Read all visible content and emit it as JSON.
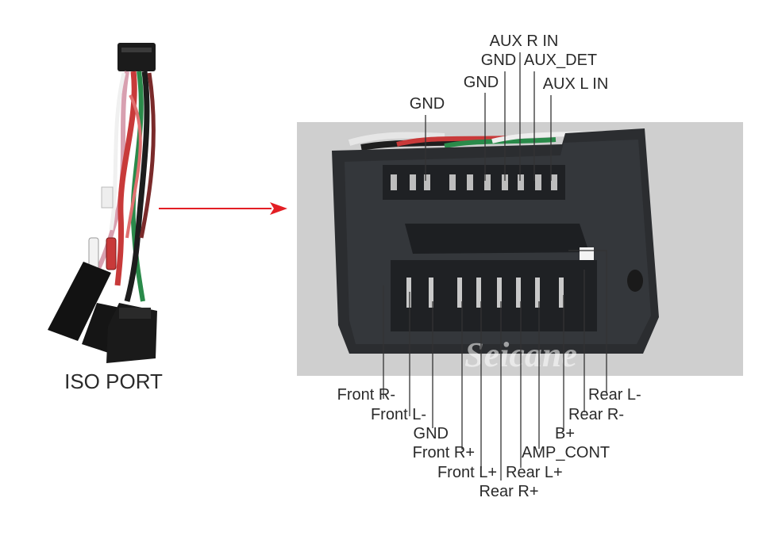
{
  "iso_port_label": "ISO PORT",
  "watermark": "Seicane",
  "colors": {
    "arrow": "#e31e24",
    "leader_line": "#333333",
    "connector_body": "#2b2d30",
    "photo_background": "#cfcfcf"
  },
  "top_pins": [
    {
      "label": "GND"
    },
    {
      "label": "GND"
    },
    {
      "label": "GND"
    },
    {
      "label": "AUX R IN"
    },
    {
      "label": "AUX_DET"
    },
    {
      "label": "AUX L IN"
    }
  ],
  "bottom_pins": [
    {
      "label": "Front R-"
    },
    {
      "label": "Front L-"
    },
    {
      "label": "GND"
    },
    {
      "label": "Front R+"
    },
    {
      "label": "Front L+"
    },
    {
      "label": "Rear R+"
    },
    {
      "label": "Rear L+"
    },
    {
      "label": "AMP_CONT"
    },
    {
      "label": "B+"
    },
    {
      "label": "Rear R-"
    },
    {
      "label": "Rear L-"
    }
  ]
}
